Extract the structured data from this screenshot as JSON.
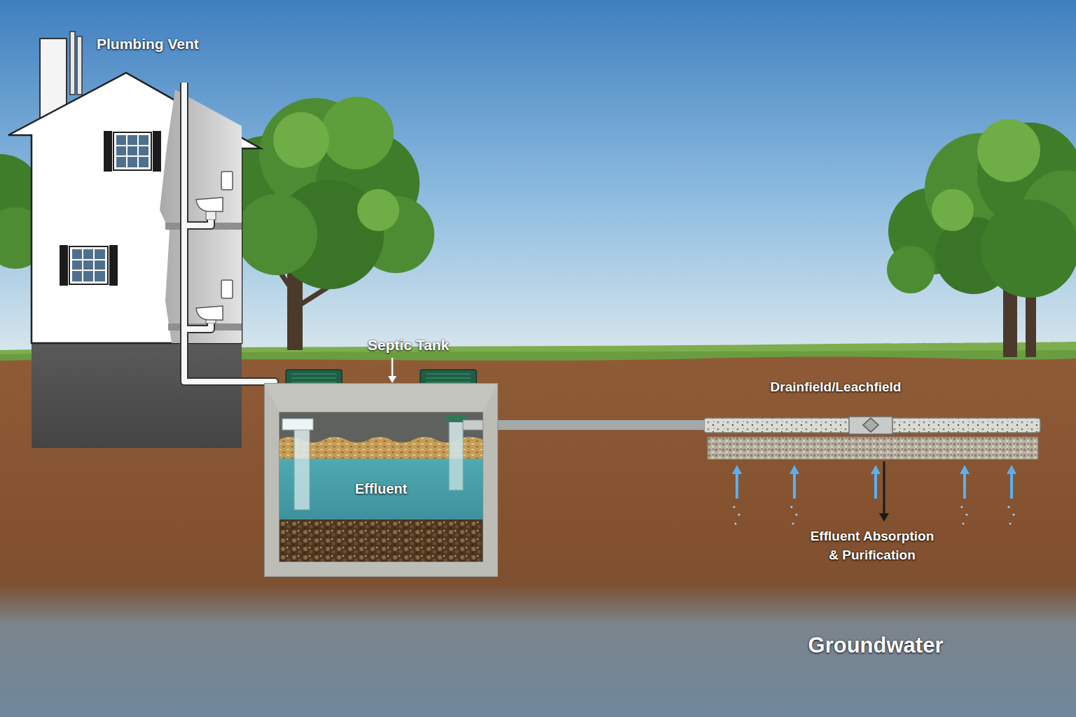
{
  "diagram": {
    "nodes": [
      {
        "text": [
          "Septic Tank"
        ]
      },
      {
        "text": [
          "Effluent"
        ],
        "in": 0
      },
      {
        "text": [
          "Drainfield/Leachfield"
        ]
      },
      {
        "text": [
          "Groundwater"
        ]
      }
    ],
    "edges": [
      {
        "from": 0,
        "to": 2,
        "arrow": "none"
      }
    ],
    "labels": [
      "Plumbing Vent",
      "Effluent Absorption & Purification"
    ]
  }
}
